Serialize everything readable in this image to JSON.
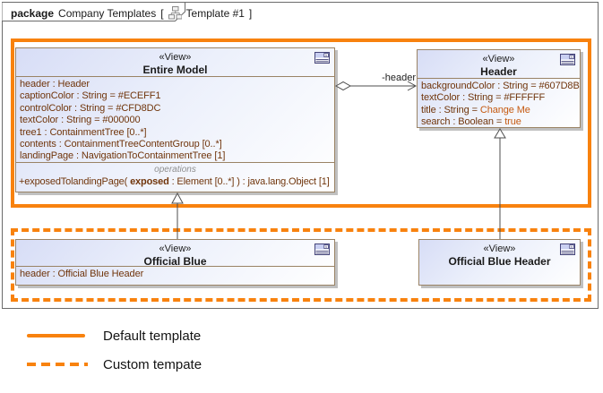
{
  "tab": {
    "keyword": "package",
    "title": "Company Templates",
    "open_bracket": "[",
    "diagram": "Template #1",
    "close_bracket": "]"
  },
  "classes": {
    "entire_model": {
      "stereotype": "«View»",
      "name": "Entire Model",
      "attributes": [
        {
          "label": "header : Header",
          "value": ""
        },
        {
          "label": "captionColor : String = #ECEFF1",
          "value": ""
        },
        {
          "label": "controlColor : String = #CFD8DC",
          "value": ""
        },
        {
          "label": "textColor : String = #000000",
          "value": ""
        },
        {
          "label": "tree1 : ContainmentTree [0..*]",
          "value": ""
        },
        {
          "label": "contents : ContainmentTreeContentGroup [0..*]",
          "value": ""
        },
        {
          "label": "landingPage : NavigationToContainmentTree [1]",
          "value": ""
        }
      ],
      "operations_caption": "operations",
      "operation": {
        "pre": "+exposedTolandingPage( ",
        "param": "exposed",
        "post": " : Element [0..*] ) : java.lang.Object [1]"
      }
    },
    "header": {
      "stereotype": "«View»",
      "name": "Header",
      "attributes": [
        {
          "label": "backgroundColor : String = #607D8B",
          "value": ""
        },
        {
          "label": "textColor : String = #FFFFFF",
          "value": ""
        },
        {
          "label": "title : String = ",
          "value": "Change Me"
        },
        {
          "label": "search : Boolean = ",
          "value": "true"
        }
      ]
    },
    "official_blue": {
      "stereotype": "«View»",
      "name": "Official Blue",
      "attributes": [
        {
          "label": "header : Official Blue Header",
          "value": ""
        }
      ]
    },
    "official_blue_header": {
      "stereotype": "«View»",
      "name": "Official Blue Header"
    }
  },
  "connectors": {
    "association_label": "-header"
  },
  "legend": [
    {
      "style": "solid",
      "label": "Default template"
    },
    {
      "style": "dashed",
      "label": "Custom tempate"
    }
  ],
  "colors": {
    "accent_orange": "#F8820E",
    "attr_text": "#70350B",
    "attr_value": "#C55A11",
    "box_border": "#9A8365"
  }
}
